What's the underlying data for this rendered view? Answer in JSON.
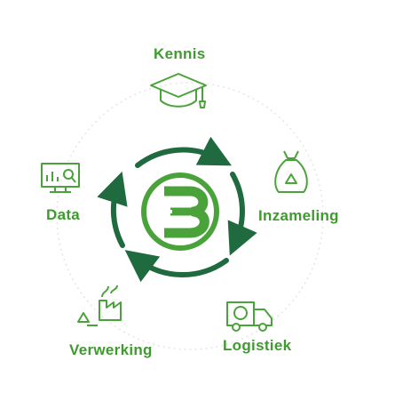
{
  "colors": {
    "accent_green": "#4aa33a",
    "dark_green": "#1f6a3e",
    "dotted_ring": "#e3e6e3"
  },
  "center": {
    "icon": "logo-b-icon"
  },
  "nodes": [
    {
      "label": "Kennis",
      "icon": "graduation-cap-icon"
    },
    {
      "label": "Inzameling",
      "icon": "waste-bag-recycle-icon"
    },
    {
      "label": "Logistiek",
      "icon": "truck-icon"
    },
    {
      "label": "Verwerking",
      "icon": "factory-recycle-icon"
    },
    {
      "label": "Data",
      "icon": "monitor-chart-icon"
    }
  ]
}
